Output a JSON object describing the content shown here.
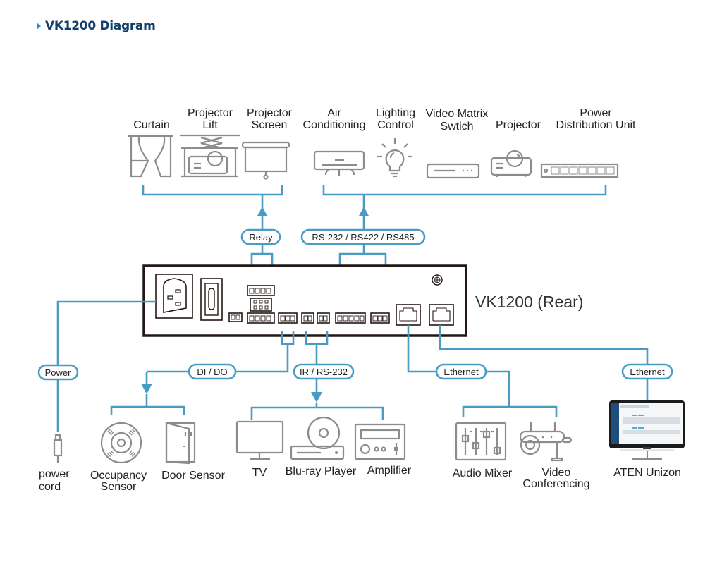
{
  "heading": {
    "title": "VK1200 Diagram",
    "bullet_icon": "triangle-right-icon"
  },
  "accent_color": "#4a9bc4",
  "heading_color": "#123e6b",
  "device": {
    "label": "VK1200 (Rear)"
  },
  "top_left_devices": [
    {
      "line1": "",
      "line2": "Curtain",
      "icon": "curtain-icon"
    },
    {
      "line1": "Projector",
      "line2": "Lift",
      "icon": "projector-lift-icon"
    },
    {
      "line1": "Projector",
      "line2": "Screen",
      "icon": "projector-screen-icon"
    }
  ],
  "top_right_devices": [
    {
      "line1": "Air",
      "line2": "Conditioning",
      "icon": "air-conditioner-icon"
    },
    {
      "line1": "Lighting",
      "line2": "Control",
      "icon": "light-bulb-icon"
    },
    {
      "line1": "Video Matrix",
      "line2": "Swtich",
      "icon": "video-matrix-switch-icon"
    },
    {
      "line1": "",
      "line2": "Projector",
      "icon": "projector-icon"
    },
    {
      "line1": "Power",
      "line2": "Distribution Unit",
      "icon": "pdu-icon"
    }
  ],
  "connections": {
    "relay": "Relay",
    "serial": "RS-232 / RS422 / RS485",
    "power": "Power",
    "dido": "DI / DO",
    "ir": "IR / RS-232",
    "ethernet1": "Ethernet",
    "ethernet2": "Ethernet"
  },
  "bottom_devices": {
    "power_cord": {
      "line1": "power",
      "line2": "cord"
    },
    "occupancy": {
      "line1": "Occupancy",
      "line2": "Sensor"
    },
    "door": {
      "line1": "Door Sensor"
    },
    "tv": {
      "line1": "TV"
    },
    "bluray": {
      "line1": "Blu-ray Player"
    },
    "amplifier": {
      "line1": "Amplifier"
    },
    "audio_mixer": {
      "line1": "Audio Mixer"
    },
    "video_conf": {
      "line1": "Video",
      "line2": "Conferencing"
    },
    "unizon": {
      "line1": "ATEN Unizon"
    }
  }
}
